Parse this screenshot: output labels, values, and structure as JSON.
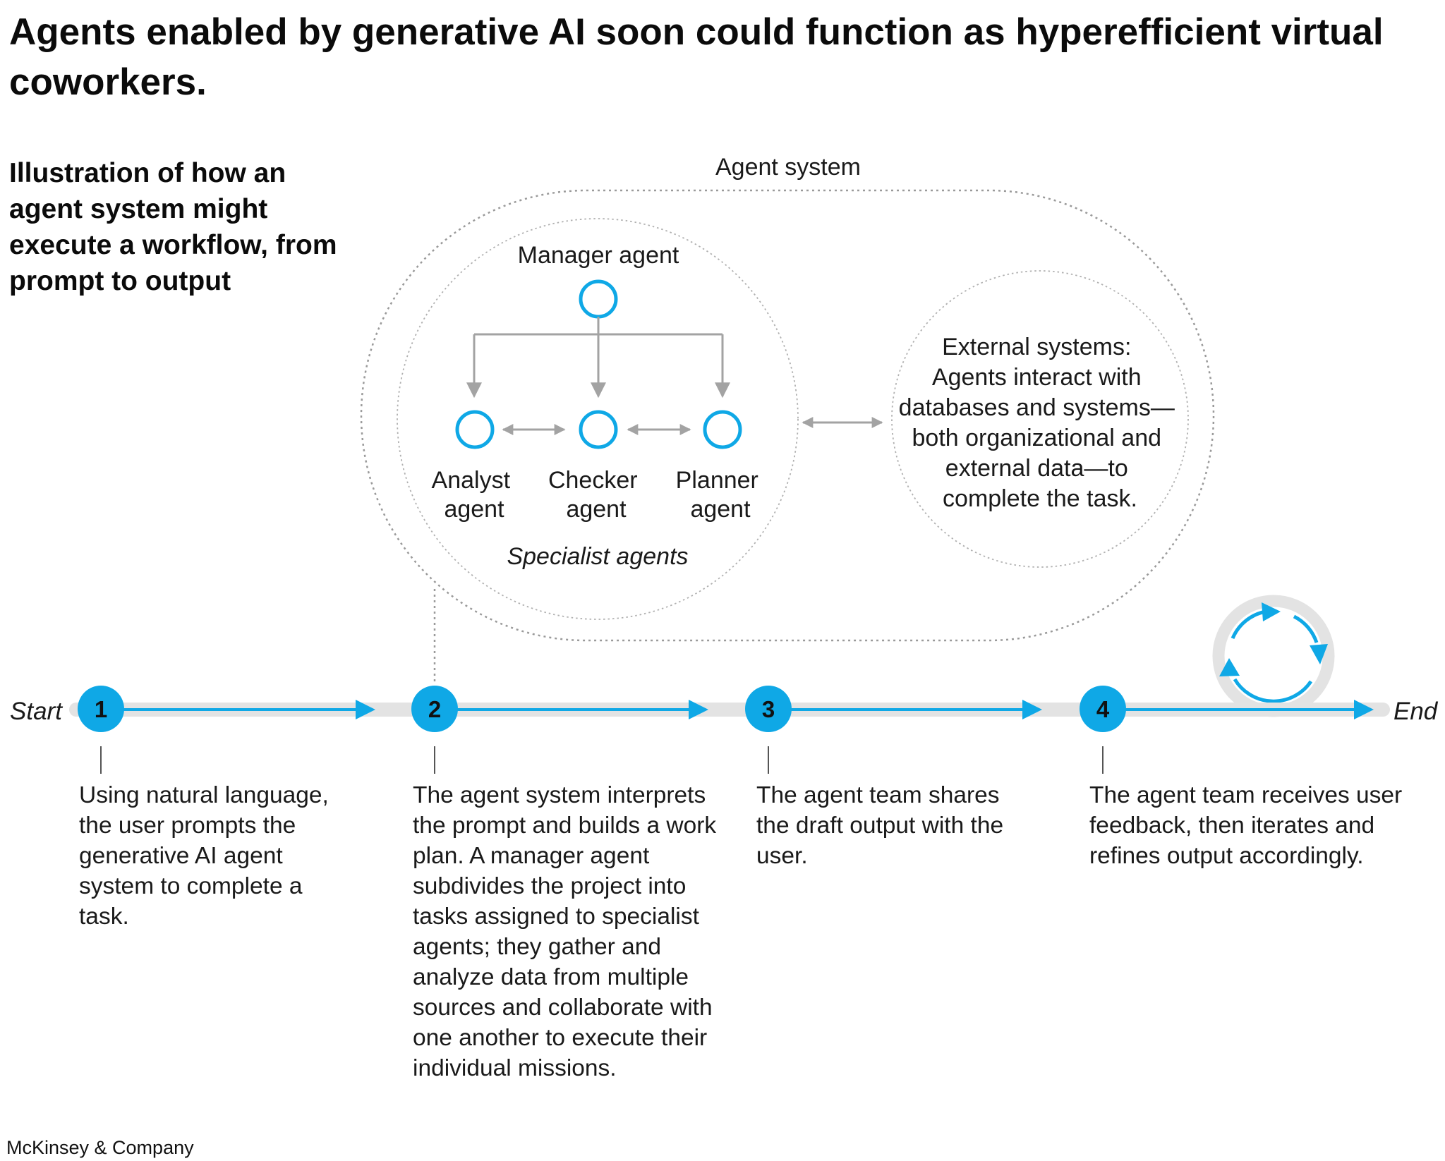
{
  "title": "Agents enabled by generative AI soon could function as hyperefficient virtual coworkers.",
  "subtitle": "Illustration of how an agent system might execute a workflow, from prompt to output",
  "agent_system": {
    "label": "Agent system",
    "manager": "Manager agent",
    "specialists": [
      {
        "line1": "Analyst",
        "line2": "agent"
      },
      {
        "line1": "Checker",
        "line2": "agent"
      },
      {
        "line1": "Planner",
        "line2": "agent"
      }
    ],
    "specialists_caption": "Specialist agents",
    "external_lines": [
      "External systems:",
      "Agents interact with",
      "databases and systems—",
      "both organizational and",
      "external data—to",
      "complete the task."
    ]
  },
  "flow": {
    "start_label": "Start",
    "end_label": "End",
    "steps": [
      {
        "number": "1",
        "description": "Using natural language, the user prompts the generative AI agent system to complete a task."
      },
      {
        "number": "2",
        "description": "The agent system interprets the prompt and builds a work plan. A manager agent subdivides the project into tasks assigned to specialist agents; they gather and analyze data from multiple sources and collaborate with one another to execute their individual missions."
      },
      {
        "number": "3",
        "description": "The agent team shares the draft output with the user."
      },
      {
        "number": "4",
        "description": "The agent team receives user feedback, then iterates and refines output accordingly."
      }
    ]
  },
  "footer": "McKinsey & Company",
  "colors": {
    "accent": "#0fa8e6",
    "track": "#e3e3e3",
    "connector": "#a3a3a3",
    "dotted": "#9a9a9a",
    "text": "#1a1a1a"
  }
}
